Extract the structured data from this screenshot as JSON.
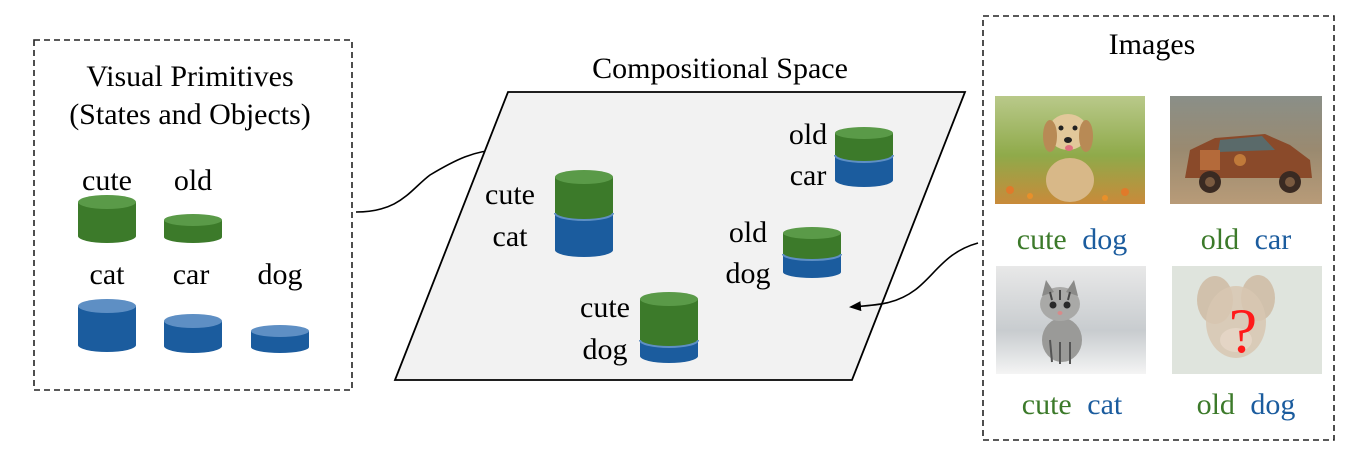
{
  "colors": {
    "state_top": "#5a9a48",
    "state_body": "#3c7a2a",
    "object_top": "#5e8fc4",
    "object_body": "#1b5c9e",
    "state_text": "#3c7a2a",
    "object_text": "#1b5c9e",
    "question": "#ff1a1a",
    "plane_fill": "#f2f2f2"
  },
  "primitives": {
    "title_line1": "Visual Primitives",
    "title_line2": "(States and Objects)",
    "states": [
      "cute",
      "old"
    ],
    "objects": [
      "cat",
      "car",
      "dog"
    ]
  },
  "space": {
    "title": "Compositional Space",
    "pairs": [
      {
        "state": "cute",
        "object": "cat"
      },
      {
        "state": "old",
        "object": "car"
      },
      {
        "state": "old",
        "object": "dog"
      },
      {
        "state": "cute",
        "object": "dog"
      }
    ]
  },
  "images": {
    "title": "Images",
    "tiles": [
      {
        "state": "cute",
        "object": "dog",
        "icon": "puppy-photo"
      },
      {
        "state": "old",
        "object": "car",
        "icon": "rusty-car-photo"
      },
      {
        "state": "cute",
        "object": "cat",
        "icon": "kitten-photo"
      },
      {
        "state": "old",
        "object": "dog",
        "icon": "unknown-old-dog-photo",
        "mark": "?"
      }
    ]
  }
}
